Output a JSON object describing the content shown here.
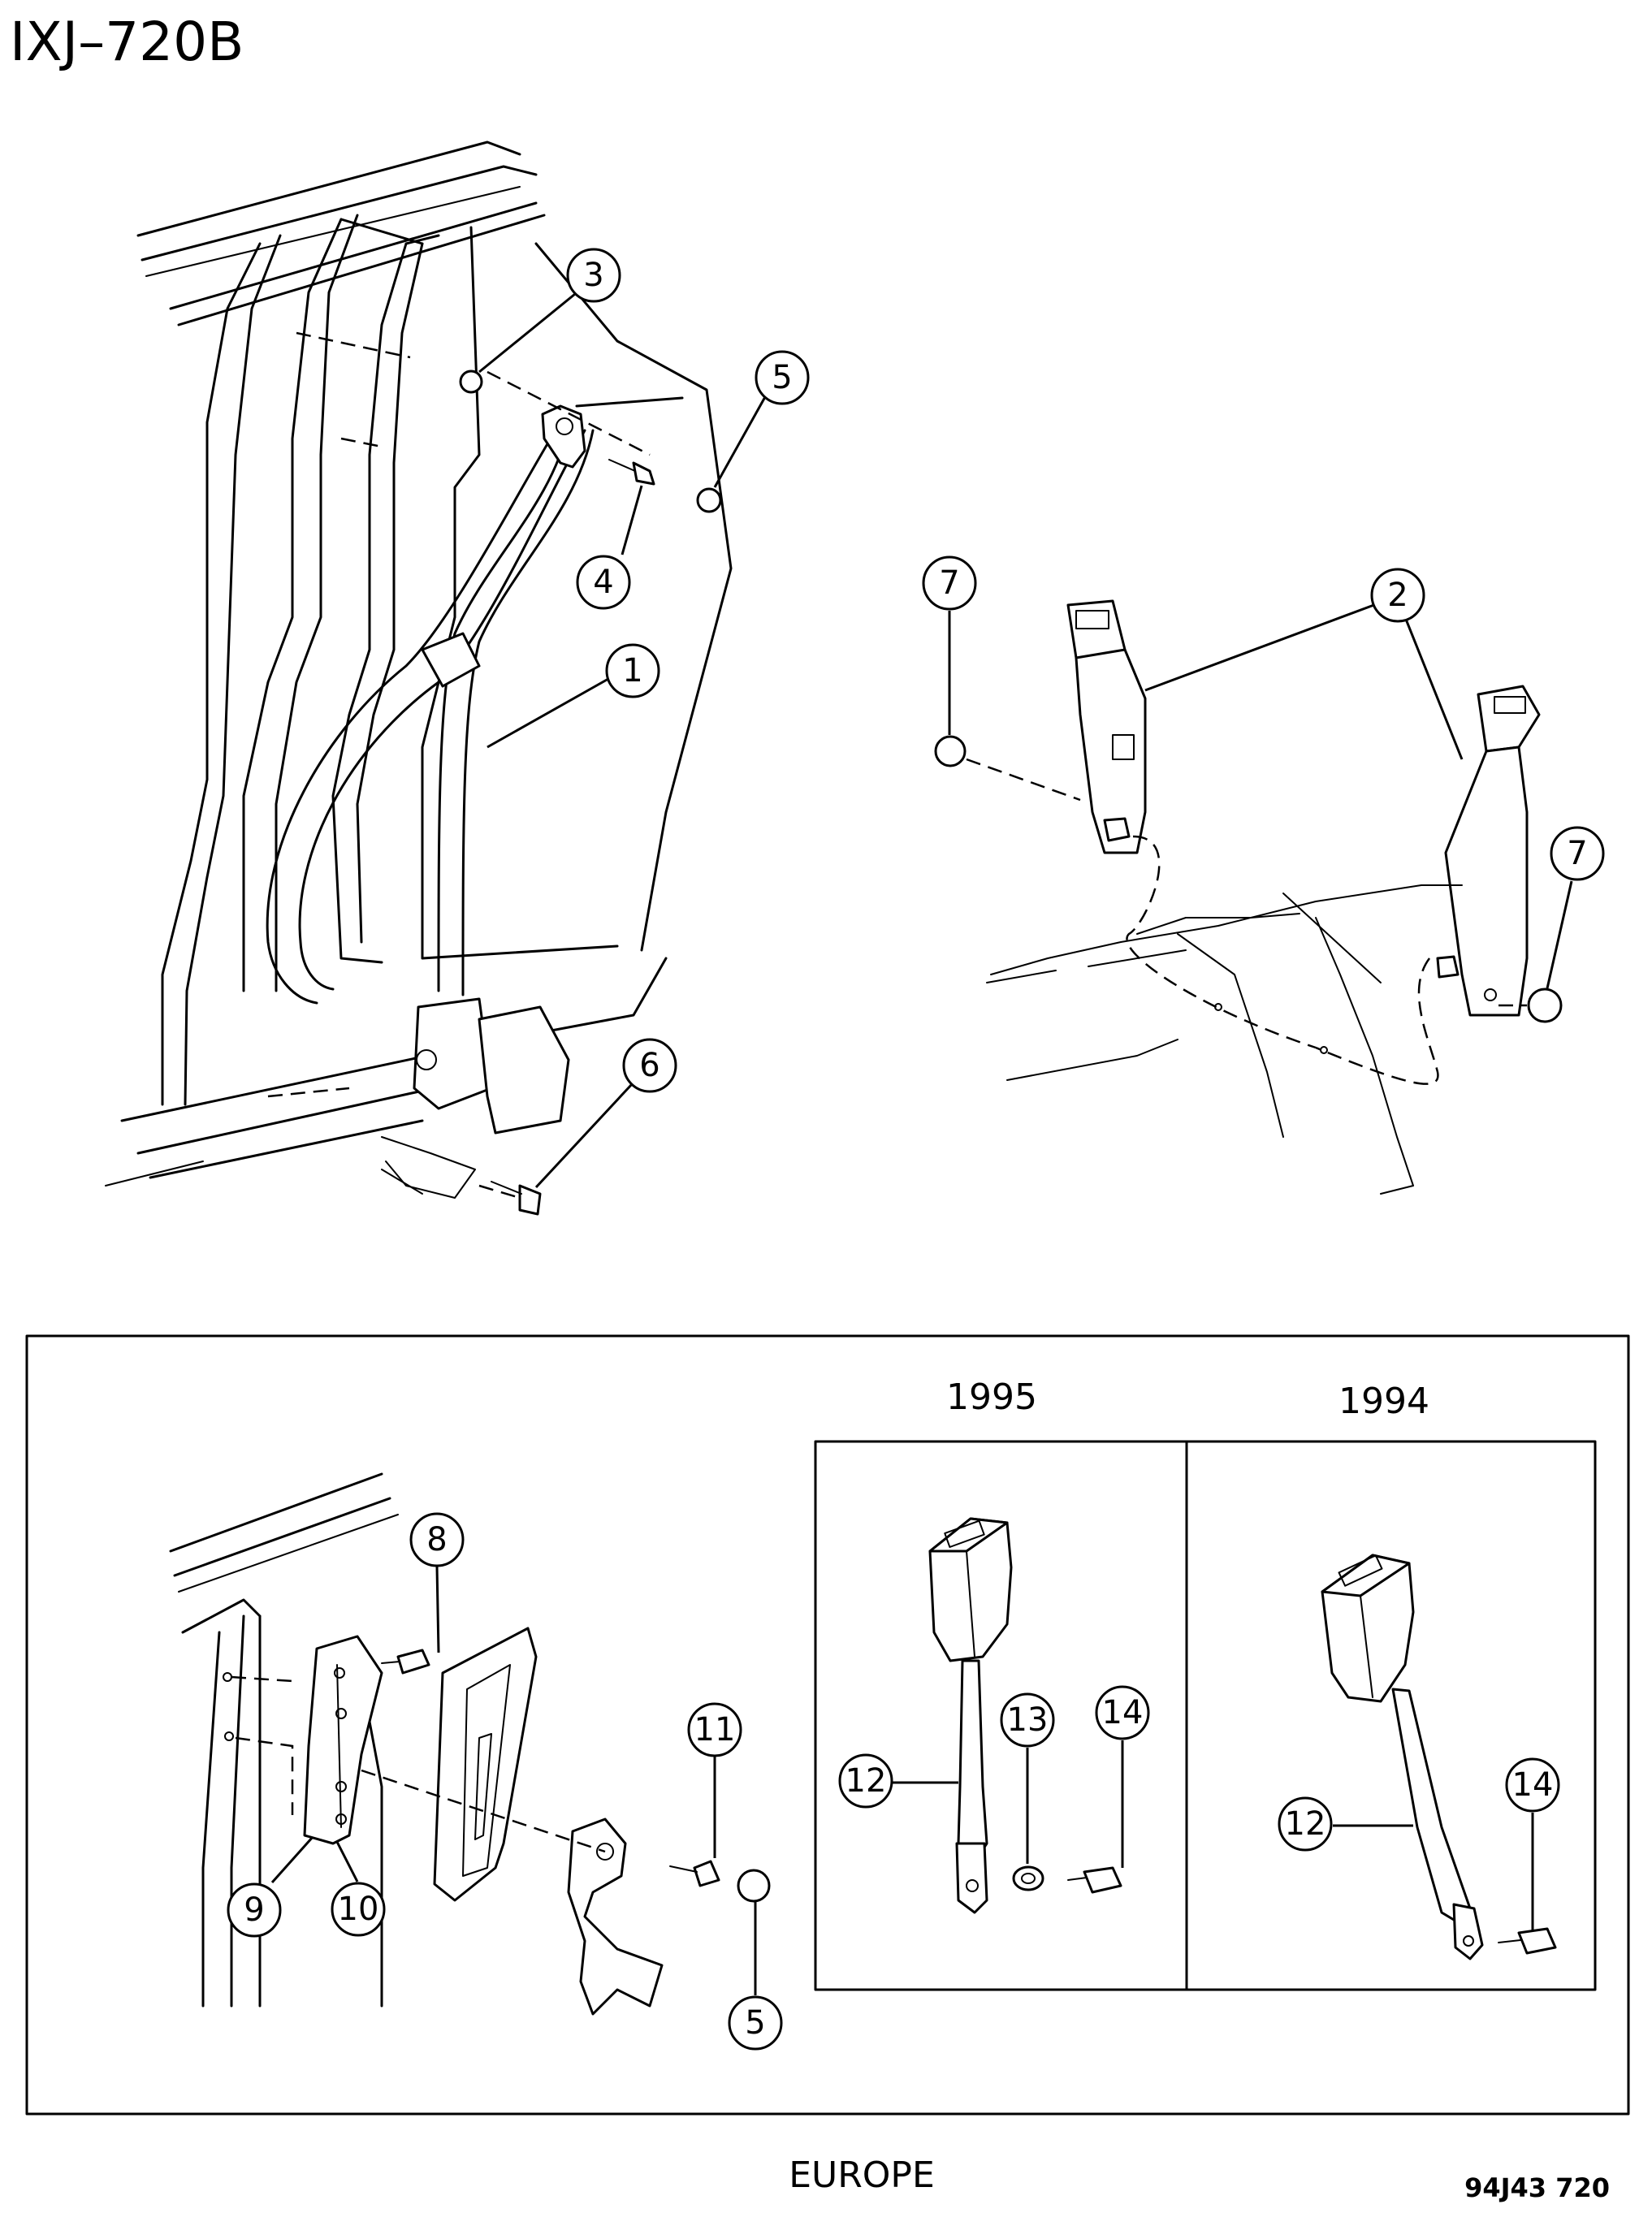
{
  "header": {
    "diagram_id": "IXJ–720B"
  },
  "callouts": {
    "c1": "1",
    "c2": "2",
    "c3": "3",
    "c4": "4",
    "c5": "5",
    "c6": "6",
    "c7a": "7",
    "c7b": "7",
    "c8": "8",
    "c9": "9",
    "c10": "10",
    "c11": "11",
    "c12a": "12",
    "c12b": "12",
    "c13": "13",
    "c14a": "14",
    "c14b": "14",
    "c5b": "5"
  },
  "inset": {
    "panel_left_year": "1995",
    "panel_right_year": "1994",
    "region_label": "EUROPE"
  },
  "footer": {
    "drawing_code": "94J43 720"
  }
}
